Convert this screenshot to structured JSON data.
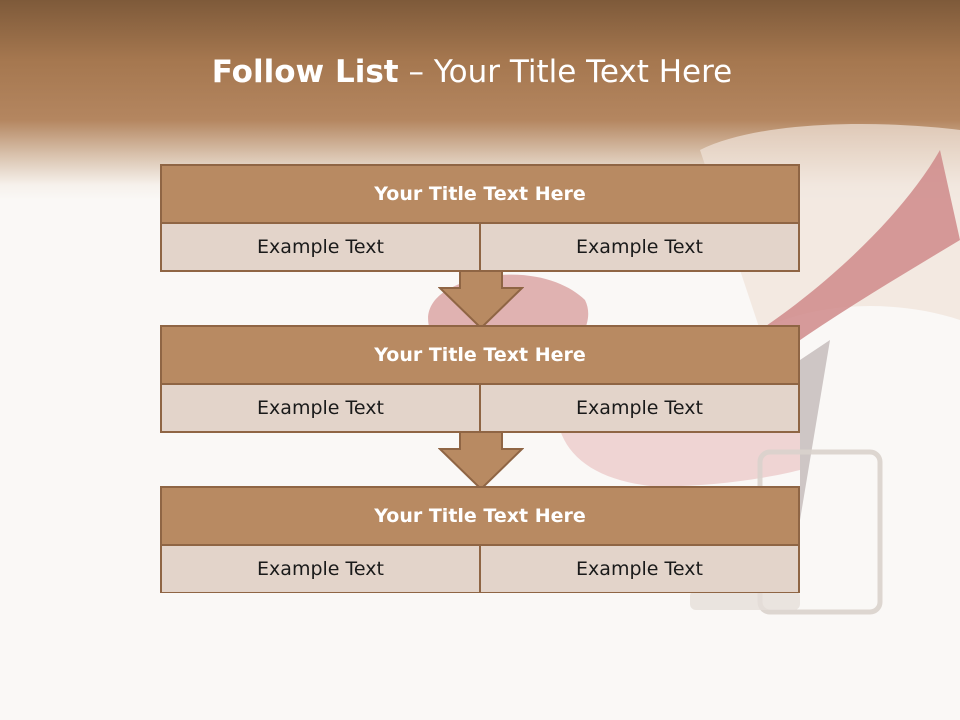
{
  "slide": {
    "title_strong": "Follow List",
    "title_rest": " – Your Title Text Here"
  },
  "blocks": [
    {
      "title": "Your Title Text Here",
      "left": "Example Text",
      "right": "Example Text"
    },
    {
      "title": "Your Title Text Here",
      "left": "Example Text",
      "right": "Example Text"
    },
    {
      "title": "Your Title Text Here",
      "left": "Example Text",
      "right": "Example Text"
    }
  ],
  "colors": {
    "header": "#a5774f",
    "block_head": "#b88a62",
    "cell": "#e3d4ca",
    "border": "#8f6544"
  }
}
